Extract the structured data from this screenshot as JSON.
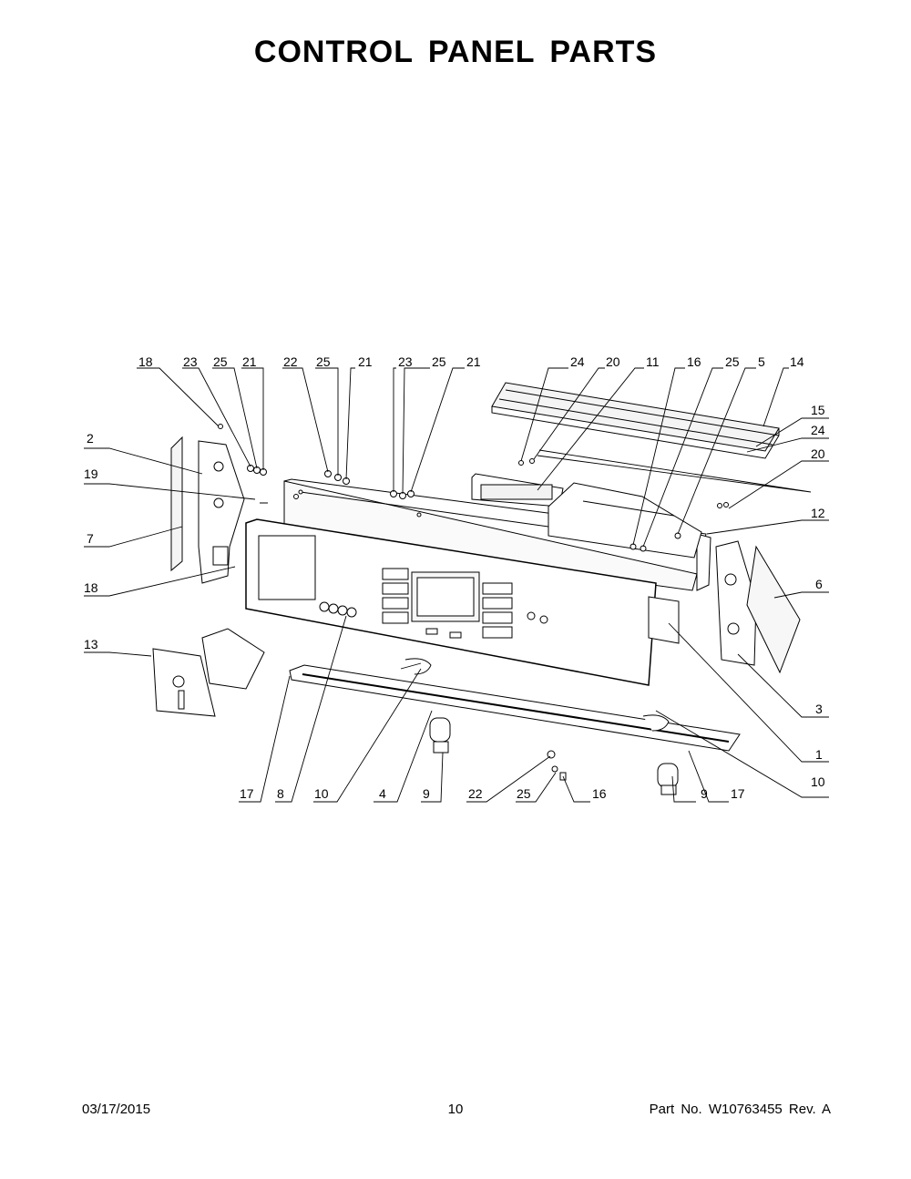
{
  "title": "CONTROL PANEL PARTS",
  "footer": {
    "date": "03/17/2015",
    "page": "10",
    "part_number": "Part No.  W10763455  Rev.  A"
  },
  "callouts": {
    "top": [
      "18",
      "23",
      "25",
      "21",
      "22",
      "25",
      "21",
      "23",
      "25",
      "21",
      "24",
      "20",
      "11",
      "16",
      "25",
      "5",
      "14"
    ],
    "left": [
      "2",
      "19",
      "7",
      "18",
      "13"
    ],
    "right": [
      "15",
      "24",
      "20",
      "12",
      "6",
      "3",
      "1",
      "10"
    ],
    "bottom": [
      "17",
      "8",
      "10",
      "4",
      "9",
      "22",
      "25",
      "16",
      "9",
      "17"
    ]
  }
}
